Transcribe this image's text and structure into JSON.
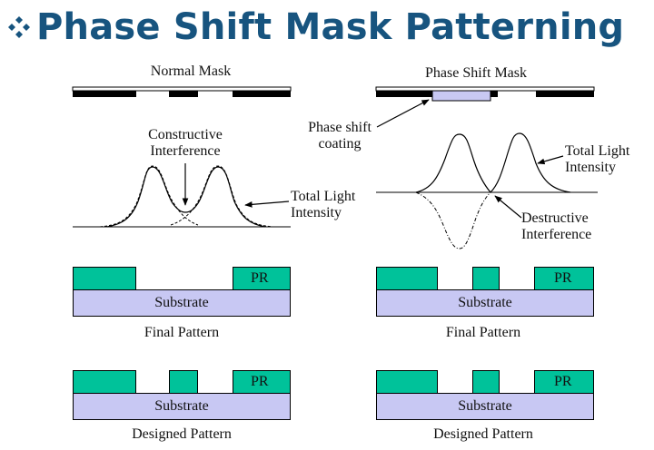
{
  "title": "Phase Shift Mask Patterning",
  "icons": {
    "bullet": "diamond-bullet-icon"
  },
  "colors": {
    "title": "#17547f",
    "photoresist": "#00c29a",
    "substrate": "#c8c8f3",
    "mask_chrome": "#000000"
  },
  "normal_mask": {
    "heading": "Normal Mask",
    "constructive_label": "Constructive\nInterference",
    "total_light_label": "Total Light\nIntensity",
    "final_pattern_caption": "Final Pattern",
    "designed_pattern_caption": "Designed Pattern"
  },
  "phase_shift_mask": {
    "heading": "Phase Shift Mask",
    "coating_label": "Phase shift\ncoating",
    "total_light_label": "Total Light\nIntensity",
    "destructive_label": "Destructive\nInterference",
    "final_pattern_caption": "Final Pattern",
    "designed_pattern_caption": "Designed Pattern"
  },
  "layers": {
    "substrate": "Substrate",
    "pr": "PR"
  }
}
